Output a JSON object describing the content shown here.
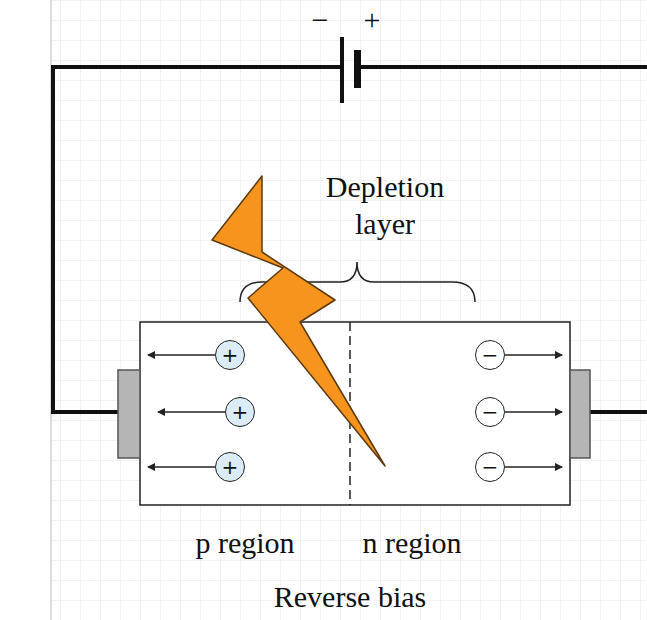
{
  "diagram": {
    "caption": "Reverse bias",
    "nodes": [
      {
        "text": [
          "+"
        ]
      },
      {
        "text": [
          "−"
        ]
      },
      {
        "text": [
          "+"
        ]
      },
      {
        "text": [
          "−"
        ]
      },
      {
        "text": [
          "+"
        ]
      },
      {
        "text": [
          "−"
        ]
      }
    ],
    "labels": [
      "−",
      "+",
      "Depletion layer",
      "p region",
      "n region"
    ]
  }
}
